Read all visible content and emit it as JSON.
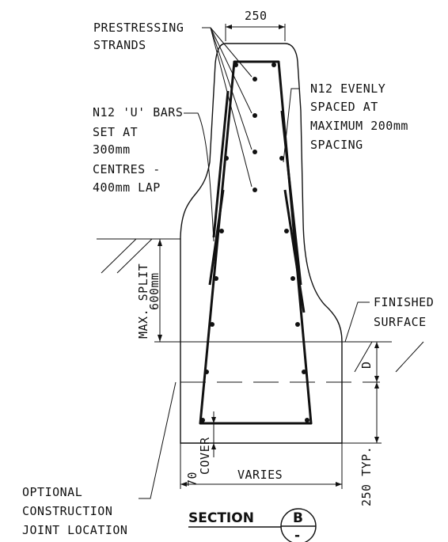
{
  "dimensions": {
    "top_width": "250",
    "max_split_line1": "MAX. SPLIT",
    "max_split_line2": "600mm",
    "d": "D",
    "typ": "250 TYP.",
    "cover_line1": "70",
    "cover_line2": "COVER",
    "varies": "VARIES"
  },
  "labels": {
    "prestressing": [
      "PRESTRESSING",
      "STRANDS"
    ],
    "u_bars": [
      "N12 'U' BARS",
      "SET AT",
      "300mm",
      "CENTRES -",
      "400mm LAP"
    ],
    "n12_even": [
      "N12 EVENLY",
      "SPACED AT",
      "MAXIMUM 200mm",
      "SPACING"
    ],
    "finished": [
      "FINISHED",
      "SURFACE"
    ],
    "joint": [
      "OPTIONAL",
      "CONSTRUCTION",
      "JOINT LOCATION"
    ]
  },
  "section": {
    "title": "SECTION",
    "letter": "B",
    "dash": "-"
  },
  "colors": {
    "ink": "#111111",
    "background": "#ffffff"
  }
}
